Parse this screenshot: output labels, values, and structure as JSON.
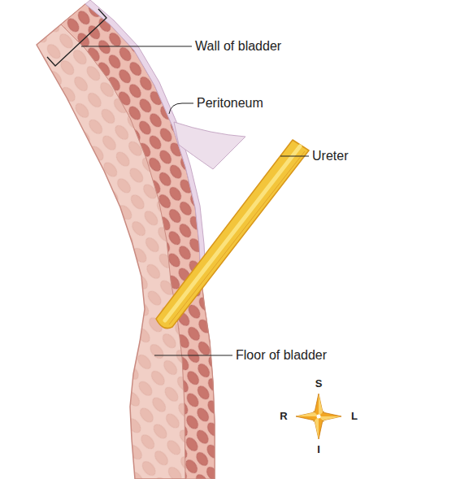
{
  "diagram": {
    "labels": [
      "Wall of bladder",
      "Peritoneum",
      "Ureter",
      "Floor of bladder",
      "S",
      "R",
      "L",
      "I"
    ]
  }
}
